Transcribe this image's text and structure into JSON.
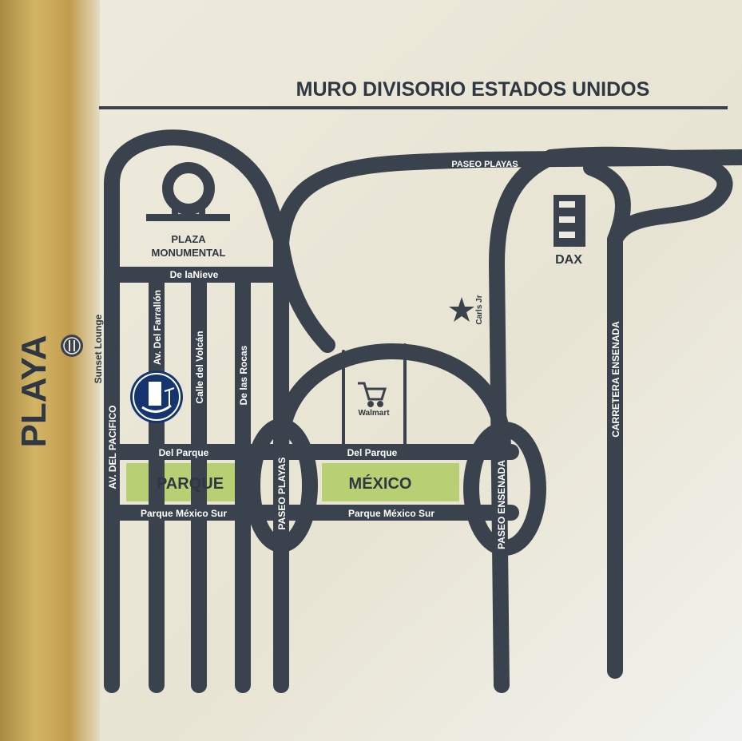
{
  "map": {
    "title": "MURO DIVISORIO ESTADOS UNIDOS",
    "beach": "PLAYA",
    "park_left": "PARQUE",
    "park_right": "MÉXICO",
    "colors": {
      "road": "#3a434d",
      "park": "#b9cf74",
      "background": "#ece9de",
      "sand": "#c9a85b",
      "text": "#2f3842",
      "hotel_marker": "#15356f"
    },
    "streets": {
      "paseo_playas_top": "PASEO PLAYAS",
      "de_la_nieve": "De laNieve",
      "av_del_farrallon": "Av. Del Farrallón",
      "calle_del_volcan": "Calle del Volcán",
      "de_las_rocas": "De las Rocas",
      "av_del_pacifico": "AV. DEL PACIFICO",
      "del_parque_left": "Del Parque",
      "del_parque_right": "Del Parque",
      "parque_mexico_sur_left": "Parque México Sur",
      "parque_mexico_sur_right": "Parque México Sur",
      "paseo_playas_vertical": "PASEO PLAYAS",
      "paseo_ensenada": "PASEO ENSENADA",
      "carretera_ensenada": "CARRETERA ENSENADA"
    },
    "landmarks": {
      "plaza_line1": "PLAZA",
      "plaza_line2": "MONUMENTAL",
      "dax": "DAX",
      "walmart": "Walmart",
      "carls": "Carls Jr",
      "sunset": "Sunset Lounge"
    },
    "icons": [
      "plaza-monumental-icon",
      "dax-logo-icon",
      "walmart-cart-icon",
      "star-icon",
      "restaurant-icon",
      "hotel-marker-icon"
    ]
  }
}
